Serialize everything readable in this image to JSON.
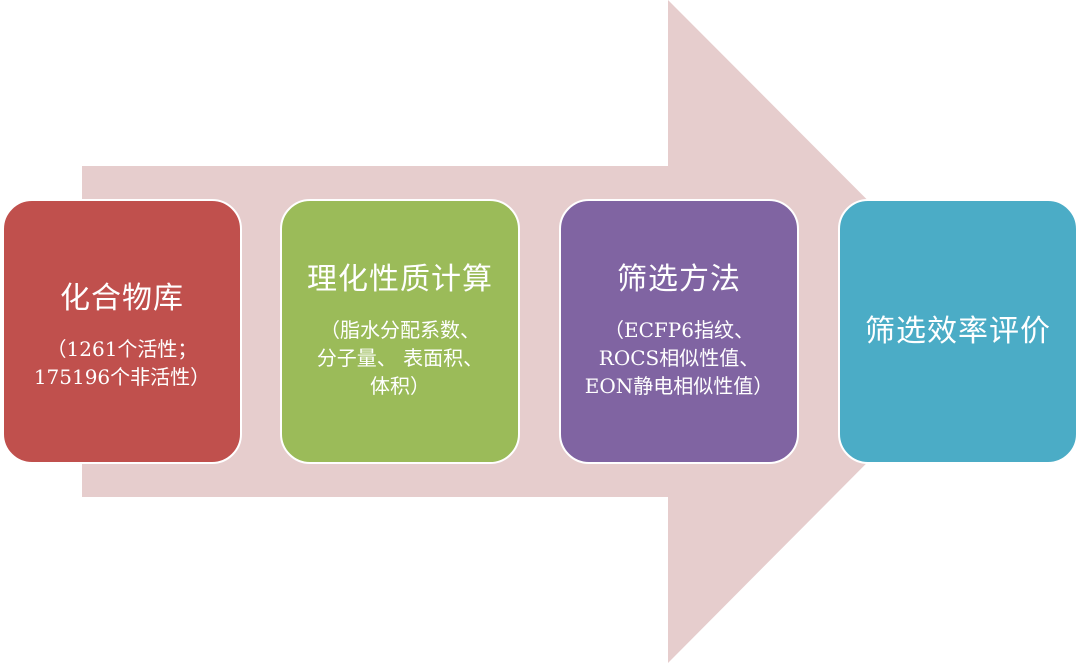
{
  "colors": {
    "arrow": "#e6cdcd",
    "step1": "#c0504d",
    "step2": "#9bbb59",
    "step3": "#8064a2",
    "step4": "#4bacc6",
    "text": "#ffffff"
  },
  "steps": [
    {
      "title": "化合物库",
      "desc": "（1261个活性；\n175196个非活性）"
    },
    {
      "title": "理化性质计算",
      "desc": "（脂水分配系数、\n分子量、 表面积、\n体积）"
    },
    {
      "title": "筛选方法",
      "desc": "（ECFP6指纹、\nROCS相似性值、\nEON静电相似性值）"
    },
    {
      "title": "筛选效率评价"
    }
  ]
}
